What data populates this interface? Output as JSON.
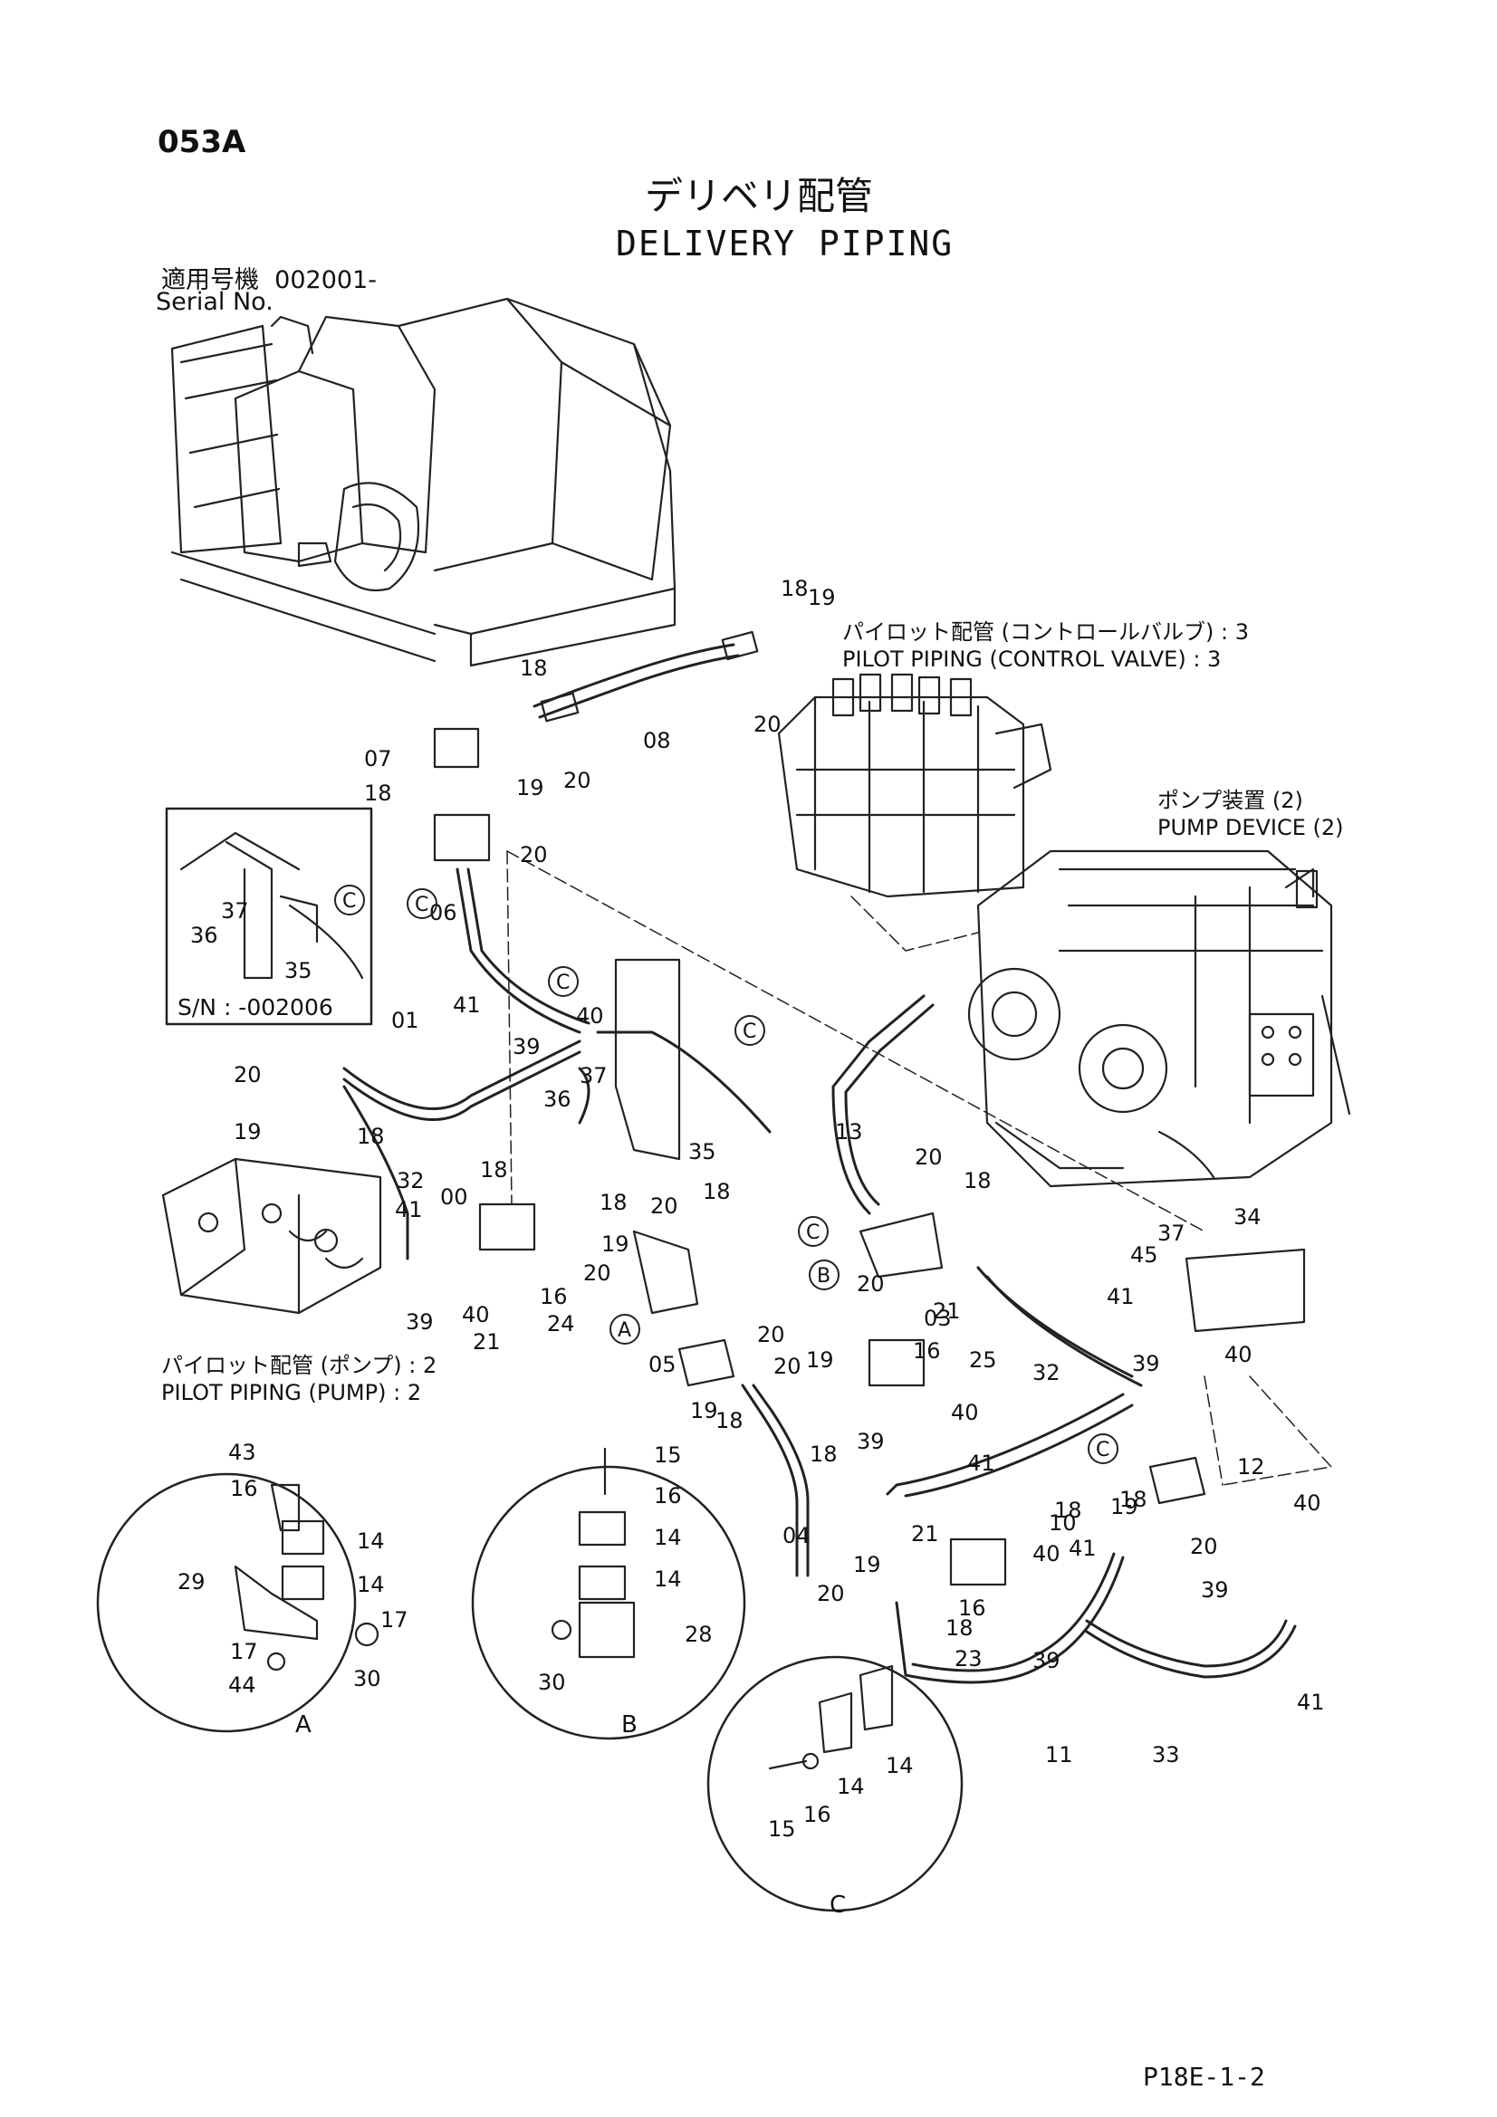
{
  "header": {
    "page_code": "053A",
    "title_jp": "デリベリ配管",
    "title_en": "DELIVERY PIPING",
    "serial_jp": "適用号機  002001-",
    "serial_en": "Serial No."
  },
  "notes": {
    "pilot_cv_jp": "パイロット配管 (コントロールバルブ) : 3",
    "pilot_cv_en": "PILOT PIPING (CONTROL VALVE) : 3",
    "pump_jp": "ポンプ装置 (2)",
    "pump_en": "PUMP DEVICE (2)",
    "pilot_pump_jp": "パイロット配管 (ポンプ) : 2",
    "pilot_pump_en": "PILOT PIPING (PUMP) : 2",
    "inset_serial": "S/N : -002006"
  },
  "detail_views": {
    "a": "A",
    "b": "B",
    "c": "C"
  },
  "callouts": [
    "18",
    "19",
    "20",
    "18",
    "19",
    "20",
    "08",
    "07",
    "18",
    "20",
    "06",
    "41",
    "40",
    "39",
    "37",
    "36",
    "35",
    "01",
    "20",
    "19",
    "18",
    "32",
    "18",
    "00",
    "18",
    "19",
    "20",
    "41",
    "39",
    "40",
    "16",
    "24",
    "21",
    "20",
    "05",
    "18",
    "20",
    "19",
    "18",
    "20",
    "19",
    "18",
    "04",
    "13",
    "20",
    "18",
    "20",
    "21",
    "03",
    "16",
    "25",
    "40",
    "41",
    "39",
    "45",
    "37",
    "41",
    "34",
    "40",
    "39",
    "12",
    "32",
    "18",
    "10",
    "21",
    "19",
    "20",
    "16",
    "40",
    "41",
    "23",
    "39",
    "18",
    "19",
    "20",
    "11",
    "33",
    "39",
    "41",
    "40",
    "18",
    "37",
    "36",
    "35",
    "43",
    "16",
    "14",
    "14",
    "29",
    "17",
    "17",
    "44",
    "30",
    "15",
    "16",
    "14",
    "14",
    "28",
    "30",
    "15",
    "16",
    "14",
    "14"
  ],
  "circle_markers": {
    "c": "C",
    "a": "A",
    "b": "B"
  },
  "footer": {
    "drawing_code": "P18E-1-2"
  }
}
